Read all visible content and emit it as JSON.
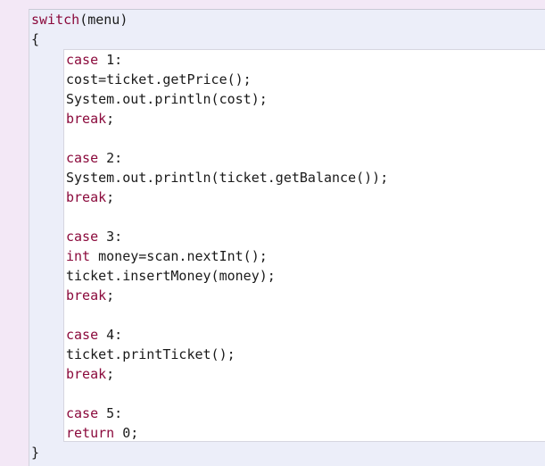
{
  "code": {
    "switch_keyword": "switch",
    "switch_rest": "(menu)",
    "open_brace": "{",
    "close_brace": "}",
    "case1": {
      "keyword": "case",
      "label": " 1:",
      "line1": "cost=ticket.getPrice();",
      "line2": "System.out.println(cost);",
      "break": "break",
      "semicolon": ";"
    },
    "case2": {
      "keyword": "case",
      "label": " 2:",
      "line1": "System.out.println(ticket.getBalance());",
      "break": "break",
      "semicolon": ";"
    },
    "case3": {
      "keyword": "case",
      "label": " 3:",
      "int_keyword": "int",
      "line1_rest": " money=scan.nextInt();",
      "line2": "ticket.insertMoney(money);",
      "break": "break",
      "semicolon": ";"
    },
    "case4": {
      "keyword": "case",
      "label": " 4:",
      "line1": "ticket.printTicket();",
      "break": "break",
      "semicolon": ";"
    },
    "case5": {
      "keyword": "case",
      "label": " 5:",
      "return_keyword": "return",
      "return_rest": " 0;"
    }
  },
  "colors": {
    "keyword": "#8b0a3c",
    "text": "#1a1a1a",
    "page_background": "#f3e8f6",
    "outer_block": "#eceef9",
    "inner_block": "#ffffff"
  }
}
